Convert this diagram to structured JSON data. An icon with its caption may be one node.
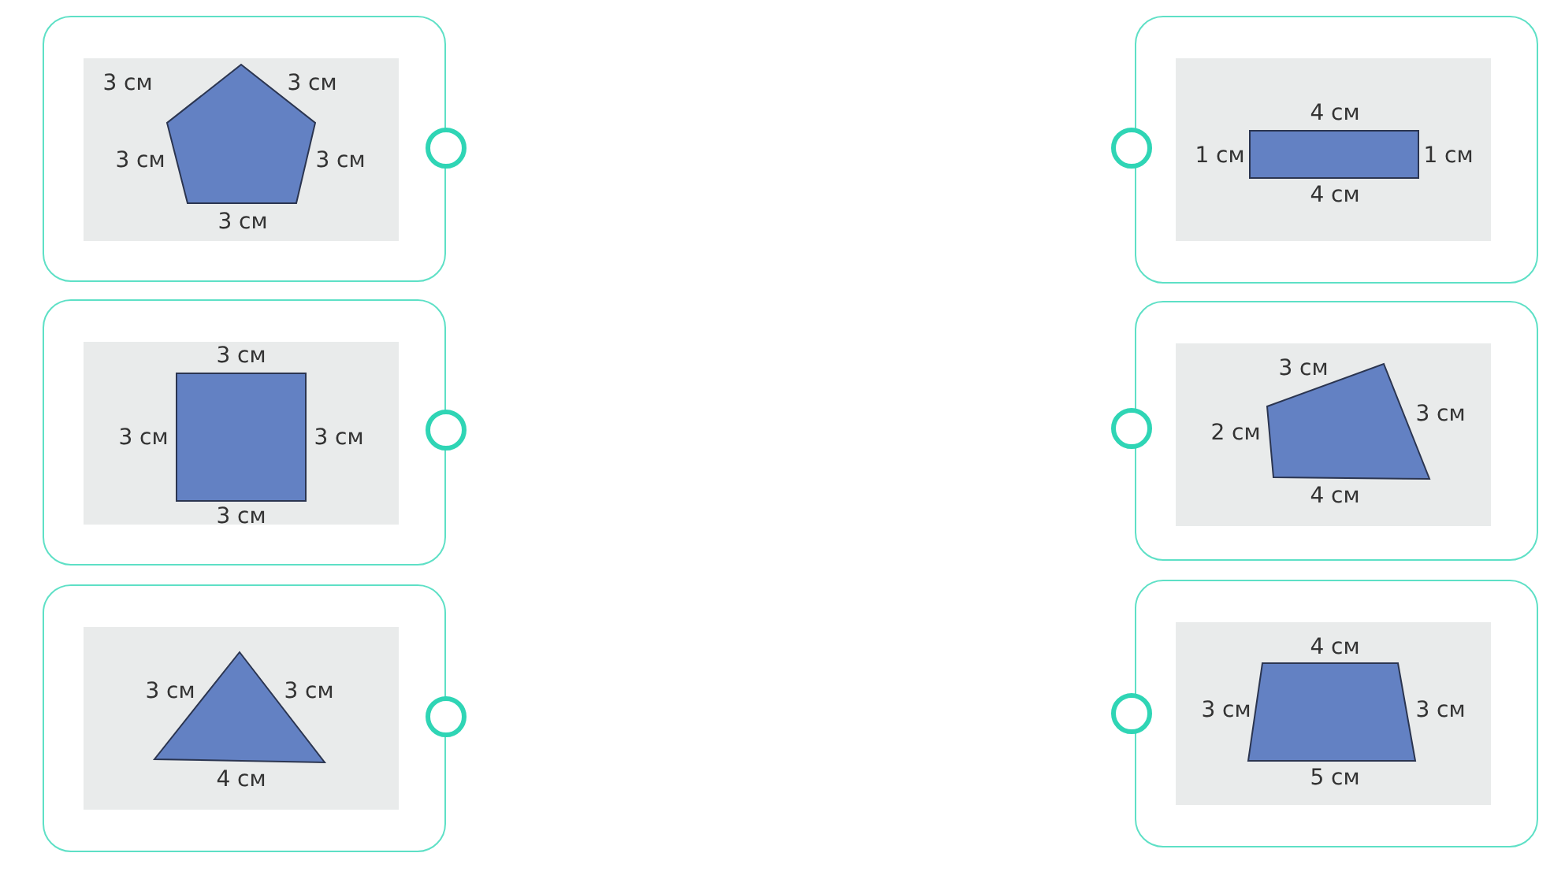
{
  "diagram": {
    "nodes": [
      {
        "text": [],
        "shape": "box"
      },
      {
        "text": [],
        "shape": "pentagon",
        "in": 0
      },
      {
        "text": [],
        "shape": "circle"
      },
      {
        "text": [],
        "shape": "circle"
      },
      {
        "text": [],
        "shape": "box"
      },
      {
        "text": [],
        "shape": "rectangle",
        "in": 4
      },
      {
        "text": [],
        "shape": "box"
      },
      {
        "text": [],
        "shape": "square",
        "in": 6
      },
      {
        "text": [],
        "shape": "circle"
      },
      {
        "text": [],
        "shape": "circle"
      },
      {
        "text": [],
        "shape": "box"
      },
      {
        "text": [],
        "shape": "quadrilateral",
        "in": 10
      },
      {
        "text": [],
        "shape": "box"
      },
      {
        "text": [],
        "shape": "triangle",
        "in": 12
      },
      {
        "text": [],
        "shape": "circle"
      },
      {
        "text": [],
        "shape": "circle"
      },
      {
        "text": [],
        "shape": "box"
      },
      {
        "text": [],
        "shape": "trapezoid",
        "in": 16
      }
    ],
    "labels": [
      "3 см",
      "3 см",
      "3 см",
      "3 см",
      "3 см",
      "4 см",
      "1 см",
      "1 см",
      "4 см",
      "3 см",
      "3 см",
      "3 см",
      "3 см",
      "3 см",
      "2 см",
      "3 см",
      "4 см",
      "3 см",
      "3 см",
      "4 см",
      "4 см",
      "3 см",
      "3 см",
      "5 см"
    ]
  }
}
